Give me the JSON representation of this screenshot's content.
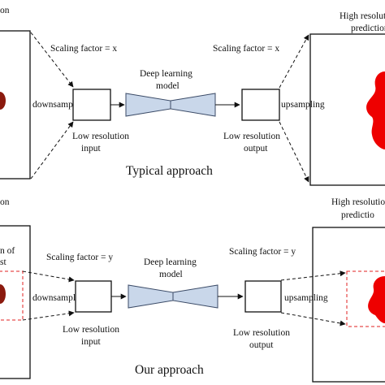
{
  "top": {
    "left_label_fragment": "on",
    "scaling_in": "Scaling factor = x",
    "model_line1": "Deep learning",
    "model_line2": "model",
    "scaling_out": "Scaling factor = x",
    "output_label_line1": "High resolution",
    "output_label_line2": "prediction",
    "downsampling": "downsampling",
    "upsampling": "upsampling",
    "lowres_input_line1": "Low resolution",
    "lowres_input_line2": "input",
    "lowres_output_line1": "Low resolution",
    "lowres_output_line2": "output",
    "caption": "Typical approach"
  },
  "bottom": {
    "left_label_fragment": "on",
    "roi_line1": "n of",
    "roi_line2": "st",
    "scaling_in": "Scaling factor = y",
    "model_line1": "Deep learning",
    "model_line2": "model",
    "scaling_out": "Scaling factor = y",
    "output_label_line1": "High resolutio",
    "output_label_line2": "predictio",
    "downsampling": "downsampling",
    "upsampling": "upsampling",
    "lowres_input_line1": "Low resolution",
    "lowres_input_line2": "input",
    "lowres_output_line1": "Low resolution",
    "lowres_output_line2": "output",
    "caption": "Our approach"
  },
  "colors": {
    "trapezoid_fill": "#c9d7ea",
    "trapezoid_stroke": "#3a4a66",
    "blob_dark": "#8b1a0e",
    "blob_bright": "#ee0000",
    "roi_box": "#e02020",
    "ink": "#111111"
  }
}
